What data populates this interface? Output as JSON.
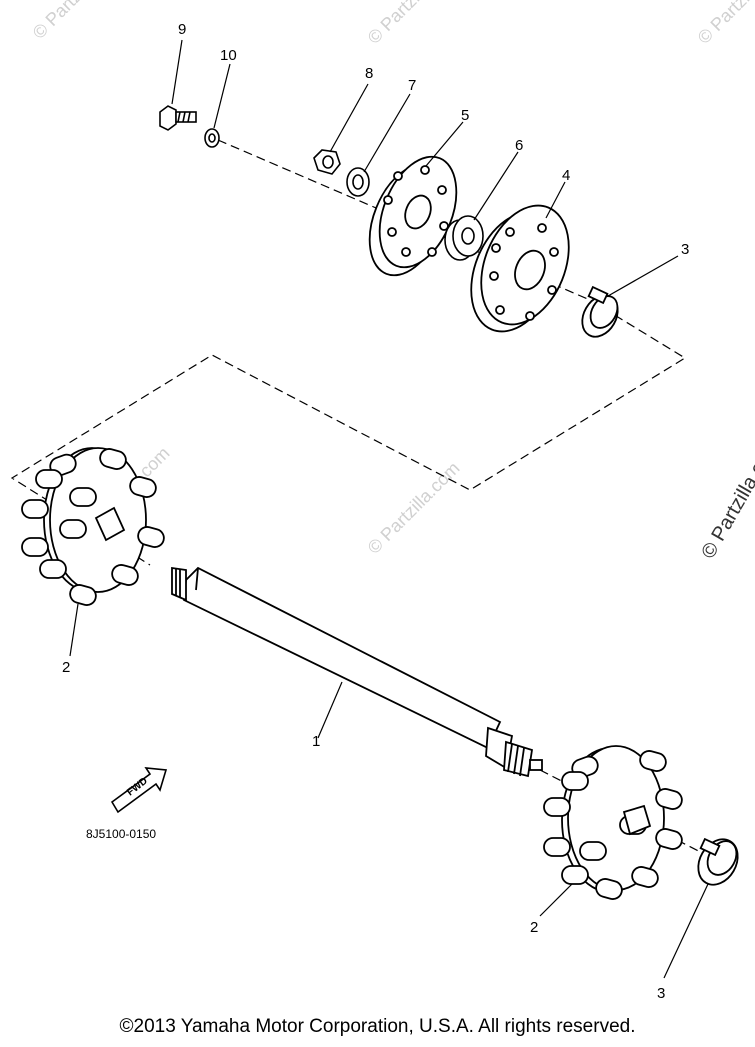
{
  "diagram": {
    "part_labels": {
      "shaft": "1",
      "sprocket_left": "2",
      "sprocket_right": "2",
      "clamp_top": "3",
      "clamp_bottom": "3",
      "housing": "4",
      "flange": "5",
      "bearing": "6",
      "washer_7": "7",
      "nut": "8",
      "bolt": "9",
      "washer_10": "10"
    },
    "fwd_label": "FWD",
    "diagram_code": "8J5100-0150",
    "watermark": "© Partzilla.com"
  },
  "footer": {
    "copyright": "©2013  Yamaha Motor Corporation, U.S.A. All rights reserved."
  }
}
